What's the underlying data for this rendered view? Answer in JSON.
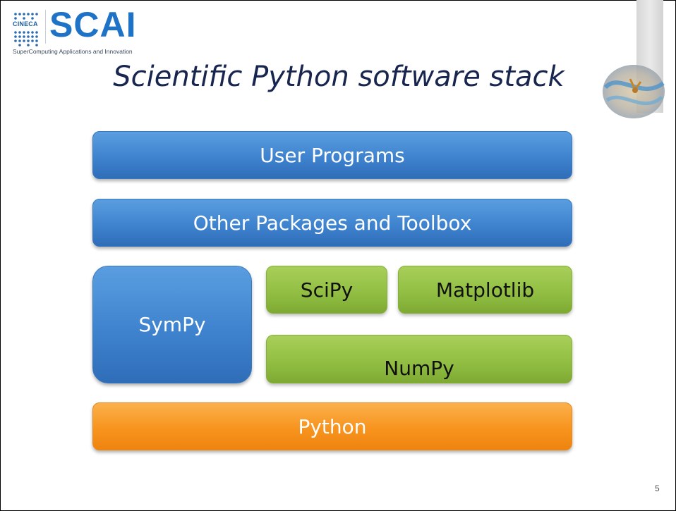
{
  "logo": {
    "org": "CINECA",
    "name": "SCAI",
    "tagline": "SuperComputing Applications and Innovation"
  },
  "title": "Scientific Python software stack",
  "stack": {
    "user_programs": "User Programs",
    "other_packages": "Other Packages and Toolbox",
    "sympy": "SymPy",
    "scipy": "SciPy",
    "matplotlib": "Matplotlib",
    "numpy": "NumPy",
    "python": "Python"
  },
  "colors": {
    "blue": "#3f83cf",
    "green": "#92bf43",
    "orange": "#f7941e",
    "title": "#17254f",
    "brand": "#1f73c7"
  },
  "page_number": "5"
}
